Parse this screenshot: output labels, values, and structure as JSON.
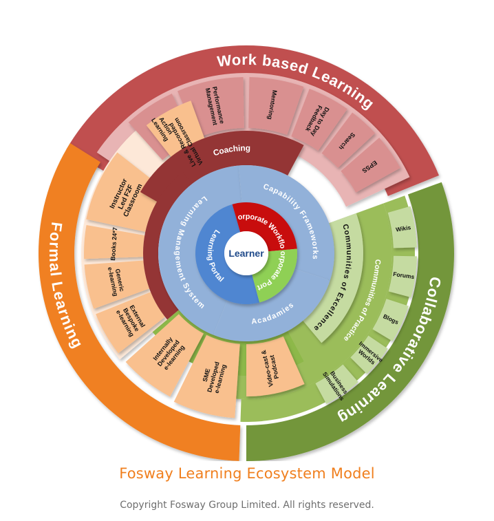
{
  "center_label": "Learner",
  "inner_ring": [
    {
      "id": "learning-portal",
      "label": "Learning Portal",
      "color": "#4f86d1"
    },
    {
      "id": "corporate-workflow",
      "label": "Corporate Workflow",
      "color": "#c8070d"
    },
    {
      "id": "corporate-portal",
      "label": "Corporate Portal",
      "color": "#8fd054"
    }
  ],
  "system_ring": [
    {
      "id": "lms",
      "label": "Learning Management System",
      "color": "#92b1d9"
    },
    {
      "id": "capability",
      "label": "Capability Frameworks",
      "color": "#92b1d9"
    },
    {
      "id": "academies",
      "label": "Acadamies",
      "color": "#92b1d9"
    }
  ],
  "work_based": {
    "title": "Work based Learning",
    "outer_color": "#c05050",
    "band_color": "#e8b4b4",
    "item_color": "#d99090",
    "core": {
      "label": "Coaching",
      "color": "#943535"
    },
    "items": [
      "Action Learning",
      "Performance Management",
      "Mentoring",
      "Day to Day Feedback",
      "Search",
      "EPSS"
    ]
  },
  "collaborative": {
    "title": "Collaborative Learning",
    "outer_color": "#73963a",
    "band_color": "#9bbd5a",
    "item_color": "#c5dba1",
    "excellence": "Communities of Excellence",
    "practice": "Communities of Practice",
    "items": [
      "Wikis",
      "Forums",
      "Blogs",
      "Immersive Worlds",
      "Business Simulations"
    ]
  },
  "formal": {
    "title": "Formal Learning",
    "outer_color": "#f08020",
    "band_color": "#fde8d8",
    "item_color": "#f9c08e",
    "items": [
      "Live & Recorded Virtual Classroom",
      "Instructor Led F2F Classroom",
      "Books 24*7",
      "Generic e-learning",
      "External Bespoke e-learning",
      "Internally Developed e-learning",
      "SME Developed e-learning",
      "Video-cast & Podcast"
    ]
  },
  "caption": {
    "title": "Fosway Learning Ecosystem Model",
    "copyright": "Copyright Fosway Group Limited. All rights reserved."
  }
}
